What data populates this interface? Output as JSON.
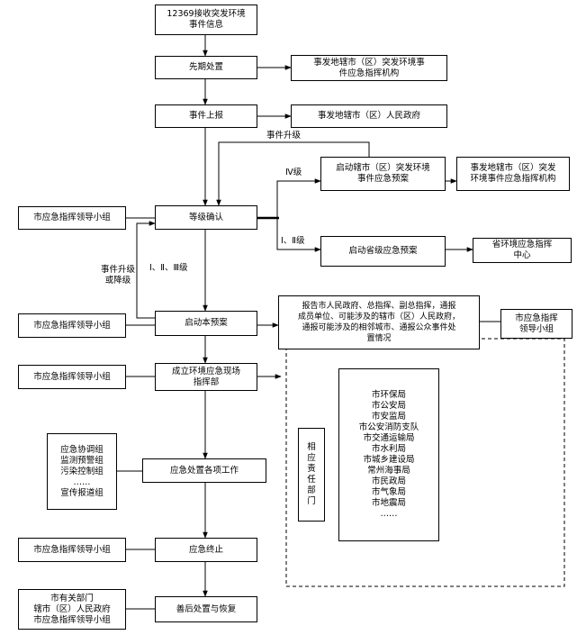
{
  "main": {
    "receive": "12369接收突发环境\n事件信息",
    "early": "先期处置",
    "report": "事件上报",
    "grade": "等级确认",
    "activate": "启动本预案",
    "field_hq": "成立环境应急现场\n指挥部",
    "response": "应急处置各项工作",
    "terminate": "应急终止",
    "aftermath": "善后处置与恢复"
  },
  "side_right": {
    "early_org": "事发地辖市（区）突发环境事\n件应急指挥机构",
    "report_gov": "事发地辖市（区）人民政府",
    "level4_plan": "启动辖市（区）突发环境\n事件应急预案",
    "level4_org": "事发地辖市（区）突发\n环境事件应急指挥机构",
    "level12_plan": "启动省级应急预案",
    "level12_org": "省环境应急指挥\n中心",
    "notify": "报告市人民政府、总指挥、副总指挥，通报\n成员单位、可能涉及的辖市（区）人民政府，\n通报可能涉及的相邻城市、通报公众事件处\n置情况",
    "notify_group": "市应急指挥\n领导小组"
  },
  "side_left": {
    "grade_group": "市应急指挥领导小组",
    "activate_group": "市应急指挥领导小组",
    "hq_group": "市应急指挥领导小组",
    "teams": "应急协调组\n监测预警组\n污染控制组\n……\n宣传报道组",
    "terminate_group": "市应急指挥领导小组",
    "aftermath_parties": "市有关部门\n辖市（区）人民政府\n市应急指挥领导小组"
  },
  "departments": {
    "label": "相\n应\n责\n任\n部\n门",
    "list": "市环保局\n市公安局\n市安监局\n市公安消防支队\n市交通运输局\n市水利局\n市城乡建设局\n常州海事局\n市民政局\n市气象局\n市地震局\n……"
  },
  "edge_labels": {
    "upgrade": "事件升级",
    "level4": "Ⅳ级",
    "level12": "Ⅰ、Ⅱ级",
    "level123": "Ⅰ、Ⅱ、Ⅲ级",
    "upgrade_downgrade": "事件升级\n或降级"
  }
}
